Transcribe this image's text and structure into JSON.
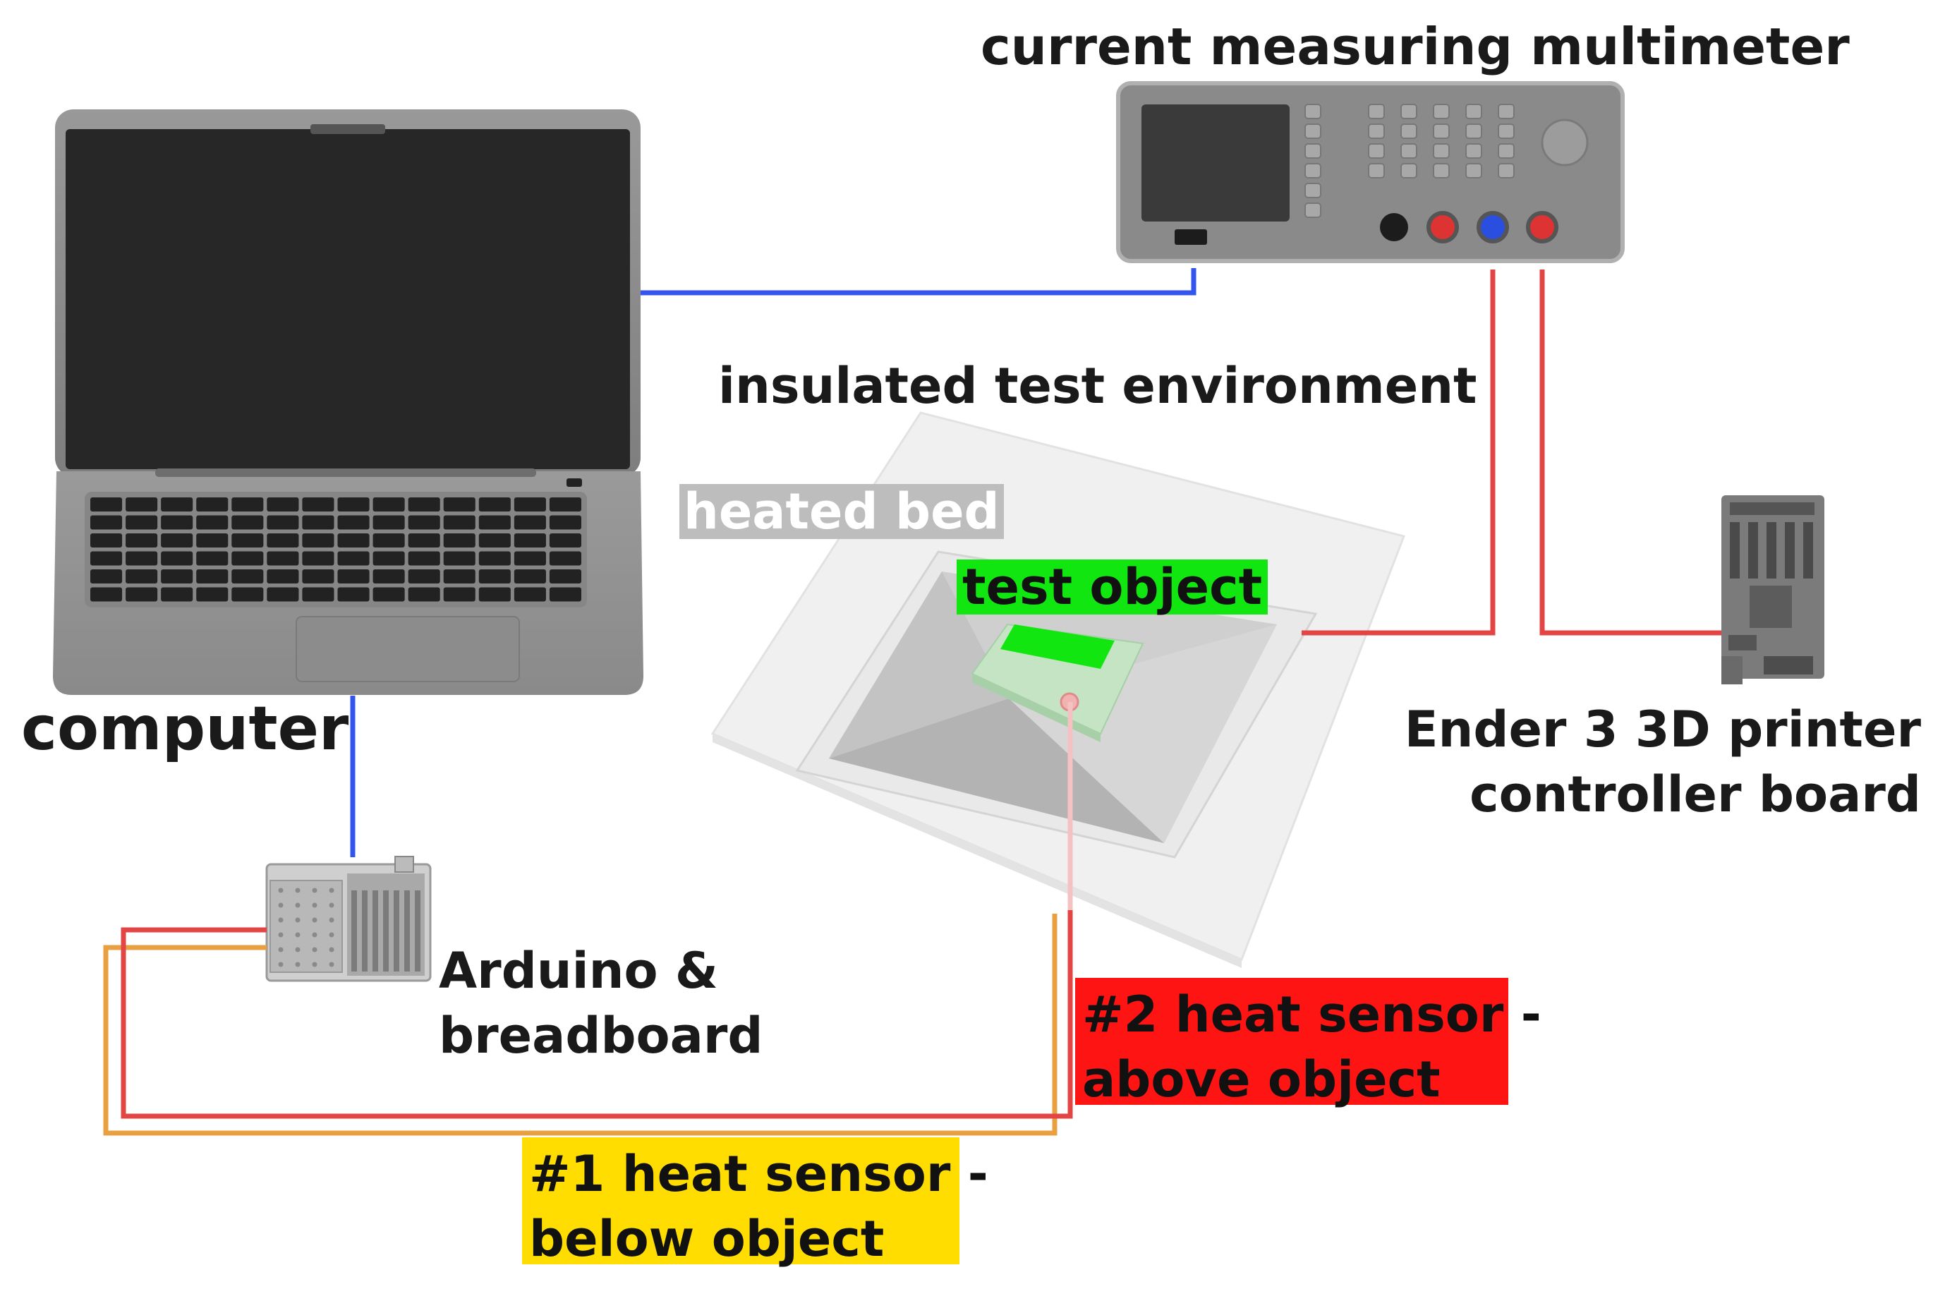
{
  "labels": {
    "multimeter": "current measuring multimeter",
    "insulated": "insulated test environment",
    "computer": "computer",
    "arduino_line1": "Arduino &",
    "arduino_line2": "breadboard",
    "ender_line1": "Ender 3 3D printer",
    "ender_line2": "controller board",
    "heated_bed": "heated bed",
    "test_object": "test object",
    "sensor2_line1": "#2 heat sensor -",
    "sensor2_line2": "above object",
    "sensor1_line1": "#1 heat sensor -",
    "sensor1_line2": "below object"
  },
  "colors": {
    "data_wire": "#3355ee",
    "power_wire": "#e34545",
    "sensor1_wire": "#e8a040",
    "sensor2_wire": "#e34545",
    "sensor2_highlight": "#ff1414",
    "sensor1_highlight": "#ffdd00",
    "test_object_highlight": "#11e611"
  }
}
